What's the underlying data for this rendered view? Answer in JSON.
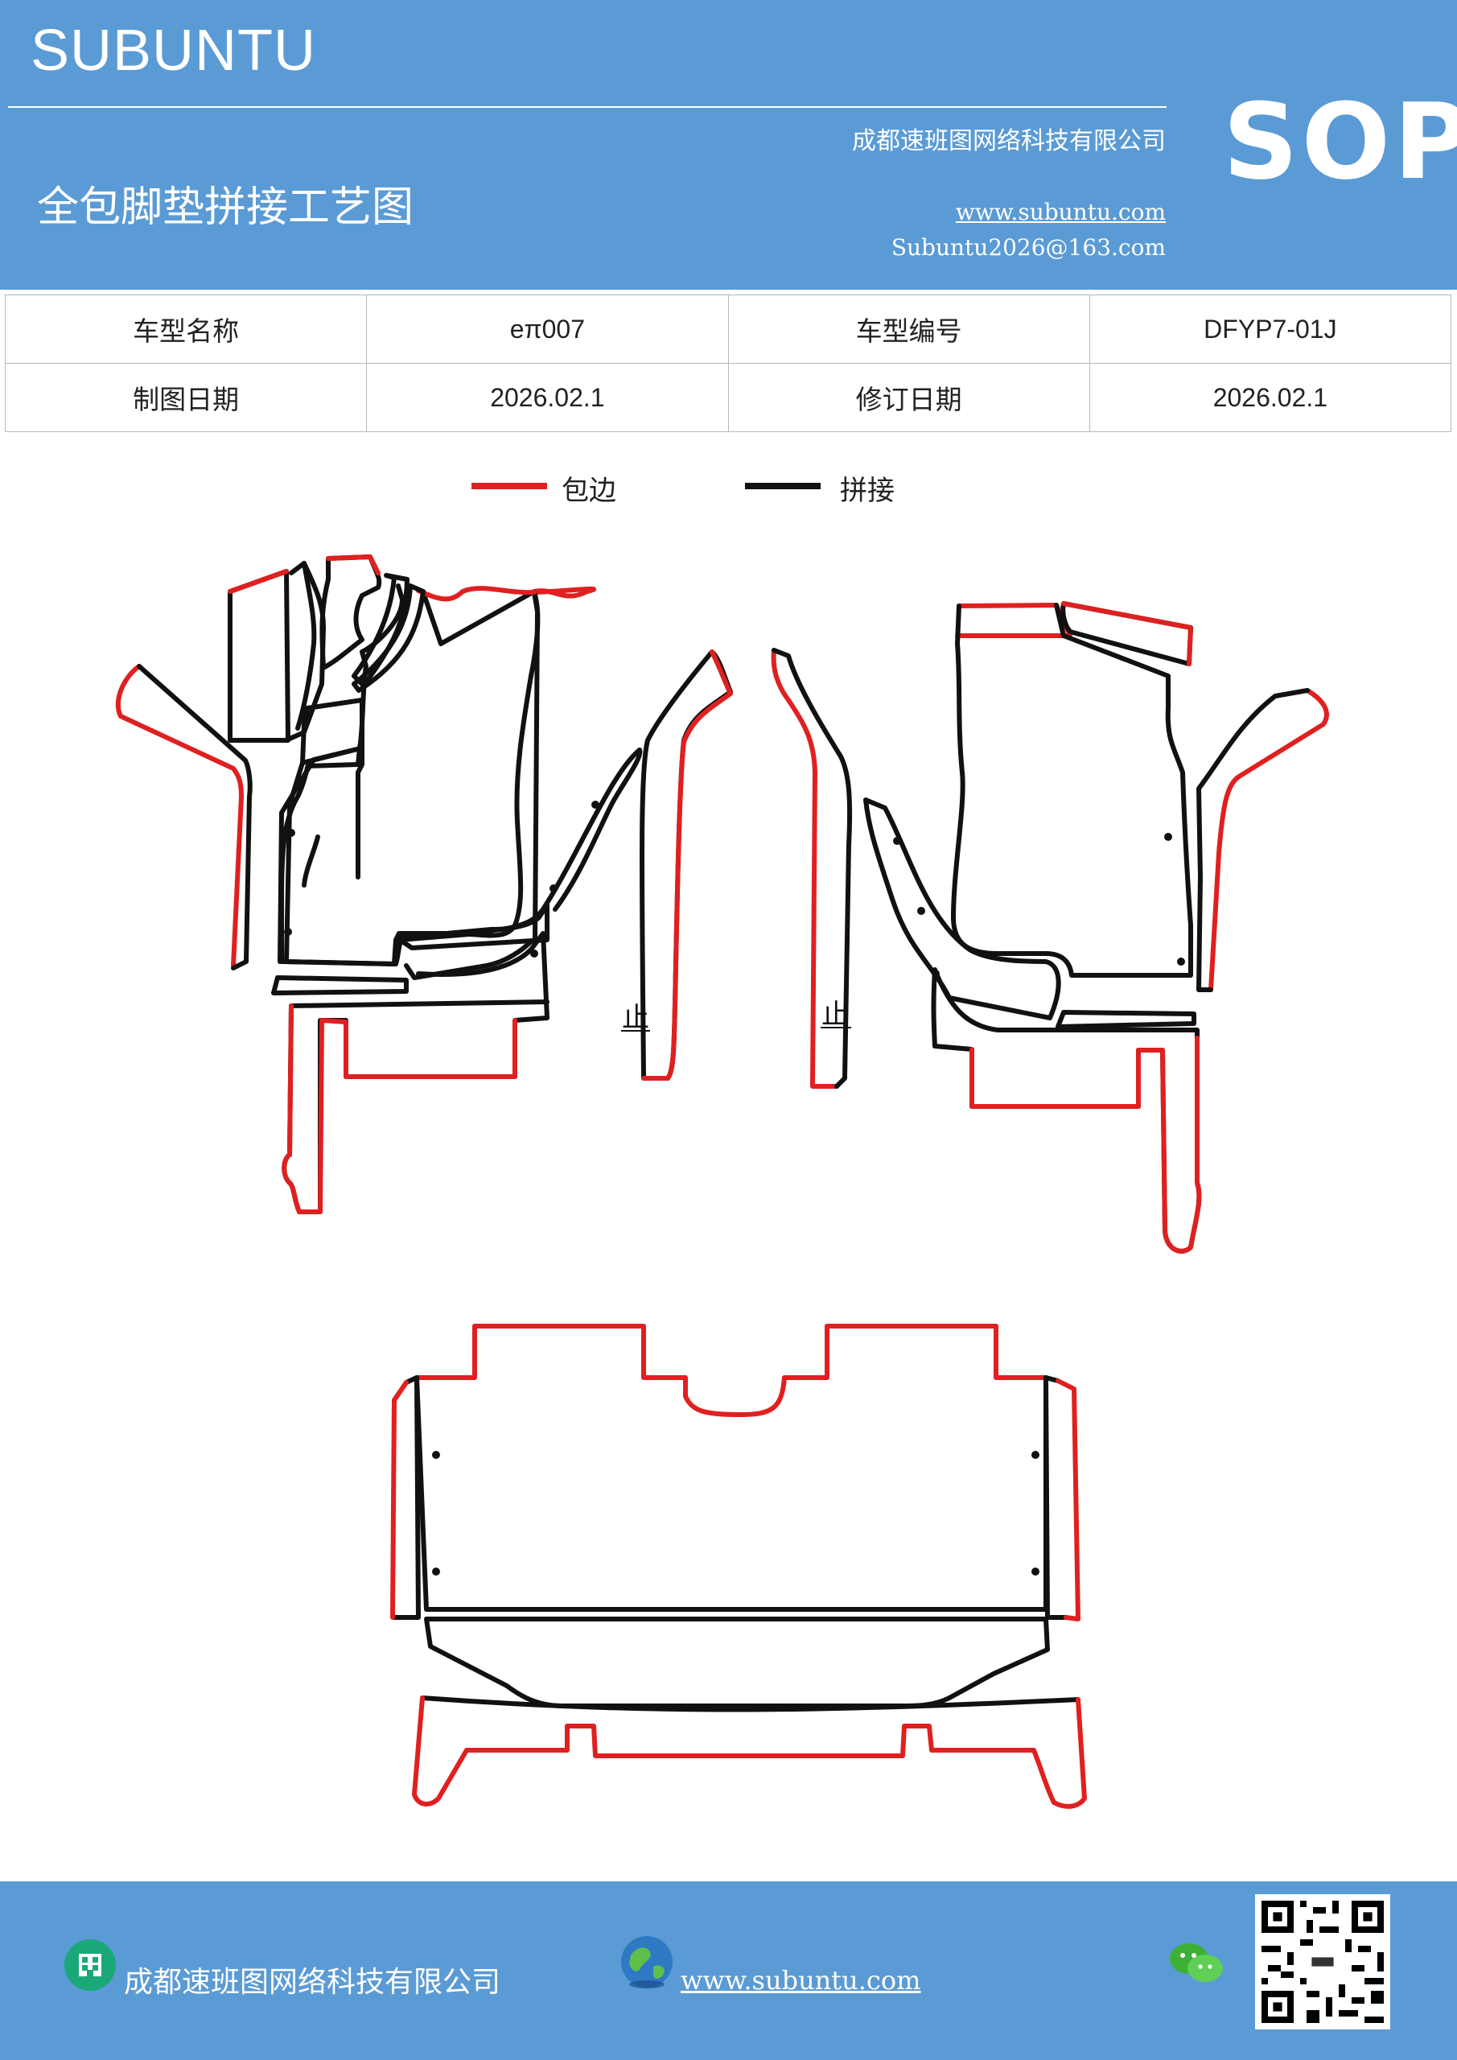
{
  "header": {
    "brand": "SUBUNTU",
    "company": "成都速班图网络科技有限公司",
    "title": "全包脚垫拼接工艺图",
    "website": "www.subuntu.com",
    "email": "Subuntu2026@163.com",
    "badge": "SOP"
  },
  "info_table": {
    "rows": [
      [
        "车型名称",
        "eπ007",
        "车型编号",
        "DFYP7-01J"
      ],
      [
        "制图日期",
        "2026.02.1",
        "修订日期",
        "2026.02.1"
      ]
    ]
  },
  "legend": {
    "items": [
      {
        "label": "包边",
        "color": "#e02020"
      },
      {
        "label": "拼接",
        "color": "#111111"
      }
    ]
  },
  "drawing": {
    "marks": [
      "止",
      "止"
    ]
  },
  "footer": {
    "company": "成都速班图网络科技有限公司",
    "website": "www.subuntu.com",
    "icons": [
      "building-icon",
      "globe-icon",
      "wechat-icon",
      "qr-code"
    ]
  },
  "colors": {
    "header_blue": "#5b9bd5",
    "edge_red": "#e02020",
    "seam_black": "#111111"
  }
}
